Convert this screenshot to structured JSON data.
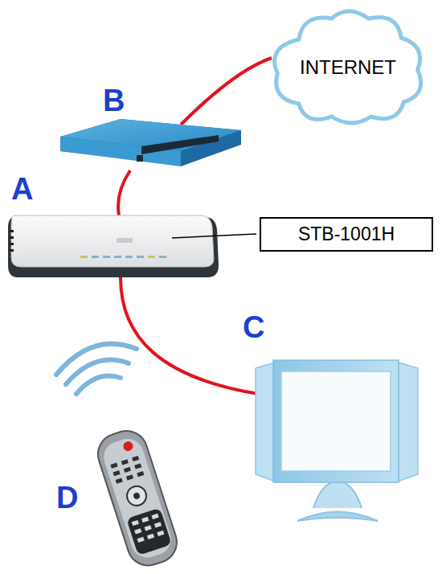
{
  "diagram": {
    "nodes": [
      {
        "text": [
          "INTERNET"
        ]
      },
      {
        "text": [
          "STB-1001H"
        ]
      }
    ],
    "labels": [
      "B",
      "A",
      "C",
      "D"
    ]
  }
}
